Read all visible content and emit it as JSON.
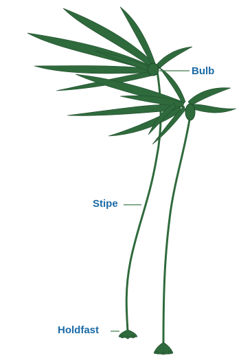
{
  "diagram": {
    "labels": {
      "bulb": "Bulb",
      "stipe": "Stipe",
      "holdfast": "Holdfast"
    },
    "colors": {
      "kelp_fill": "#2f6a3c",
      "kelp_outline": "#1e4a2a",
      "label_text": "#1a6aa6",
      "leader_line": "#3c7a4c"
    }
  }
}
